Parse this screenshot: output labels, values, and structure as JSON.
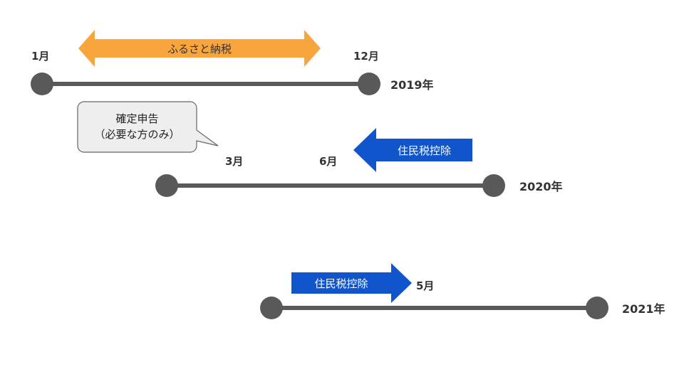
{
  "colors": {
    "line": "#595959",
    "furusato_arrow": "#F9A53E",
    "jumin_arrow": "#1155CC",
    "bubble_fill": "#EEEEEE",
    "bubble_stroke": "#666666"
  },
  "timeline_2019": {
    "year_label": "2019年",
    "start_label": "1月",
    "end_label": "12月",
    "arrow_label": "ふるさと納税"
  },
  "callout": {
    "line1": "確定申告",
    "line2": "（必要な方のみ）"
  },
  "timeline_2020": {
    "year_label": "2020年",
    "label_march": "3月",
    "label_june": "6月",
    "arrow_label": "住民税控除"
  },
  "timeline_2021": {
    "year_label": "2021年",
    "label_may": "5月",
    "arrow_label": "住民税控除"
  }
}
